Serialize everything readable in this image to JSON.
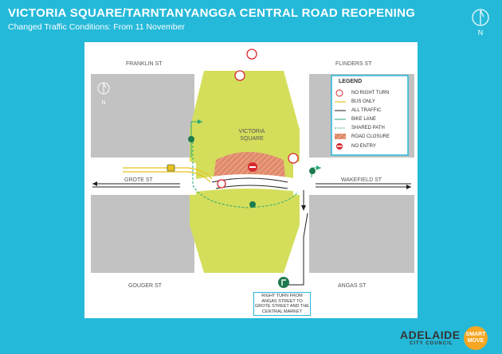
{
  "header": {
    "title": "VICTORIA SQUARE/TARNTANYANGGA CENTRAL ROAD REOPENING",
    "subtitle": "Changed Traffic Conditions: From 11 November",
    "north_label": "N"
  },
  "map": {
    "north_label": "N",
    "streets": {
      "franklin": "FRANKLIN ST",
      "flinders": "FLINDERS ST",
      "grote": "GROTE ST",
      "wakefield": "WAKEFIELD ST",
      "gouger": "GOUGER ST",
      "angas": "ANGAS ST"
    },
    "square_label_1": "VICTORIA",
    "square_label_2": "SQUARE",
    "callout": "RIGHT TURN FROM ANGAS STREET TO GROTE STREET AND THE CENTRAL MARKET"
  },
  "legend": {
    "title": "LEGEND",
    "items": [
      {
        "label": "NO RIGHT TURN",
        "icon": "no-right-turn-icon"
      },
      {
        "label": "BUS ONLY",
        "color": "#e6c21e"
      },
      {
        "label": "ALL TRAFFIC",
        "color": "#222222"
      },
      {
        "label": "BIKE LANE",
        "color": "#2aa876"
      },
      {
        "label": "SHARED PATH",
        "color": "#2aa876"
      },
      {
        "label": "ROAD CLOSURE",
        "color": "#e08a6a"
      },
      {
        "label": "NO ENTRY",
        "icon": "no-entry-icon"
      }
    ]
  },
  "footer": {
    "logo_main": "ADELAIDE",
    "logo_sub": "CITY COUNCIL",
    "smart_move": "SMART MOVE"
  },
  "colors": {
    "background": "#25b9d9",
    "park": "#d4de5b",
    "blocks": "#c2c2c2",
    "road": "#ffffff",
    "closure": "#e08a6a",
    "no_entry": "#d7282f"
  }
}
